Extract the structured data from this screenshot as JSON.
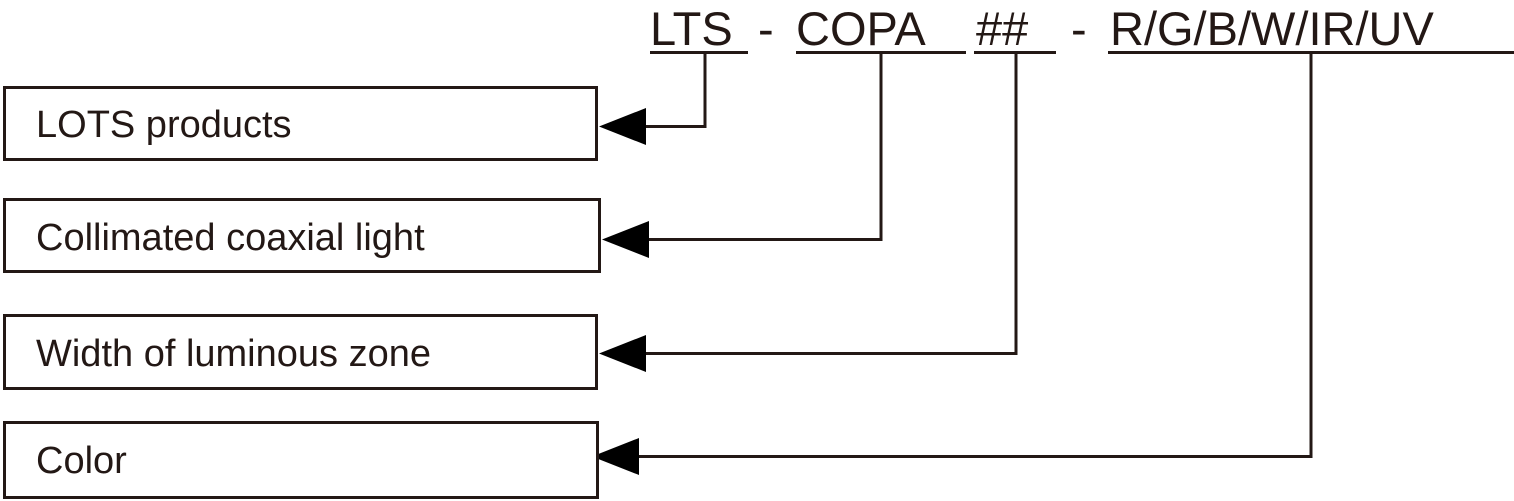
{
  "diagram": {
    "title": "LTS - COPA ## - R/G/B/W/IR/UV",
    "type": "part-number-breakdown",
    "colors": {
      "ink": "#231815",
      "line": "#231815",
      "arrow": "#000000",
      "background": "#ffffff"
    },
    "code": {
      "segments": [
        {
          "key": "prefix",
          "text": "LTS"
        },
        {
          "key": "sep1",
          "text": "-"
        },
        {
          "key": "series",
          "text": "COPA"
        },
        {
          "key": "size",
          "text": "##"
        },
        {
          "key": "sep2",
          "text": "-"
        },
        {
          "key": "color",
          "text": "R/G/B/W/IR/UV"
        }
      ],
      "full_string": "LTS - COPA ## - R/G/B/W/IR/UV"
    },
    "callouts": [
      {
        "id": "lots-products",
        "label": "LOTS products",
        "refers_to": "LTS"
      },
      {
        "id": "collimated-coaxial-light",
        "label": "Collimated coaxial light",
        "refers_to": "COPA"
      },
      {
        "id": "width-of-luminous-zone",
        "label": "Width of luminous zone",
        "refers_to": "##"
      },
      {
        "id": "color",
        "label": "Color",
        "refers_to": "R/G/B/W/IR/UV"
      }
    ]
  }
}
